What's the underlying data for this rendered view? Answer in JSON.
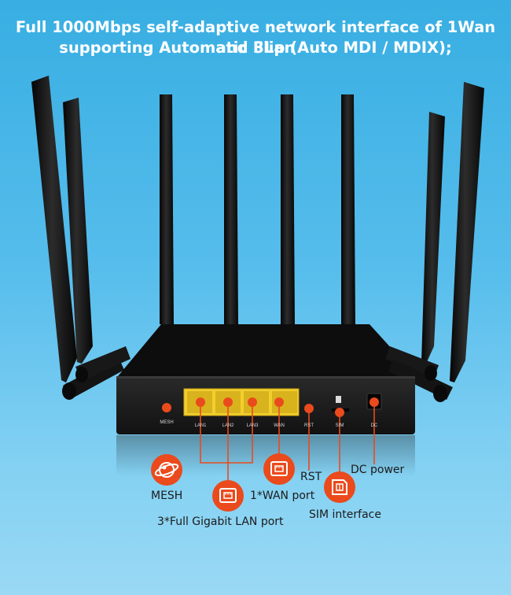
{
  "headline": {
    "line1": "Full 1000Mbps self-adaptive network interface of 1Wan and 3Lan",
    "line2": "supporting Automatic Flip (Auto MDI / MDIX);"
  },
  "panel_labels": {
    "mesh": "MESH",
    "lan1": "LAN1",
    "lan2": "LAN2",
    "lan3": "LAN3",
    "wan": "WAN",
    "rst": "RST",
    "sim": "SIM",
    "dc": "DC"
  },
  "callouts": {
    "mesh": "MESH",
    "lan": "3*Full Gigabit LAN port",
    "wan": "1*WAN port",
    "rst": "RST",
    "sim": "SIM interface",
    "dc": "DC power"
  },
  "colors": {
    "background_top": "#38aee2",
    "background_bottom": "#9ad9f4",
    "accent": "#ea4a1c",
    "router_body": "#1c1c1c",
    "port_yellow": "#f2cf2e"
  },
  "icons": [
    "mesh-icon",
    "ethernet-icon",
    "sim-icon"
  ]
}
